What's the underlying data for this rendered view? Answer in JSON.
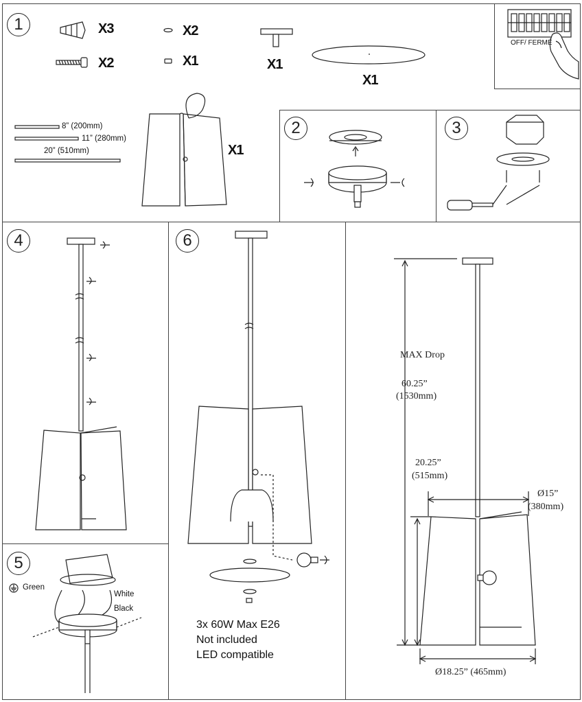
{
  "steps": {
    "s1": "1",
    "s2": "2",
    "s3": "3",
    "s4": "4",
    "s5": "5",
    "s6": "6"
  },
  "parts": {
    "wire_nut_qty": "X3",
    "screw_qty": "X2",
    "washer_qty": "X2",
    "nut_qty": "X1",
    "crossbar_qty": "X1",
    "diffuser_qty": "X1",
    "shade_qty": "X1"
  },
  "breaker": {
    "label": "OFF/ FERMÉ"
  },
  "rods": {
    "rod1": "8” (200mm)",
    "rod2": "11” (280mm)",
    "rod3": "20” (510mm)"
  },
  "wiring": {
    "ground": "Green",
    "white": "White",
    "black": "Black"
  },
  "bulb_note": {
    "line1": "3x 60W Max E26",
    "line2": "Not included",
    "line3": "LED compatible"
  },
  "dimensions": {
    "max_drop_label": "MAX Drop",
    "max_drop_in": "60.25”",
    "max_drop_mm": "(1530mm)",
    "shade_height_in": "20.25”",
    "shade_height_mm": "(515mm)",
    "top_diameter_in": "Ø15”",
    "top_diameter_mm": "(380mm)",
    "bottom_diameter": "Ø18.25” (465mm)"
  },
  "icons": [
    "wire-nut-icon",
    "screw-icon",
    "washer-icon",
    "nut-icon",
    "crossbar-icon",
    "diffuser-disc-icon",
    "breaker-panel-icon",
    "hand-icon",
    "downrod-icon",
    "shade-icon",
    "canopy-icon",
    "mounting-plate-icon",
    "screwdriver-icon",
    "junction-box-icon",
    "ground-symbol-icon",
    "bulb-icon",
    "rotate-arrow-icon"
  ]
}
